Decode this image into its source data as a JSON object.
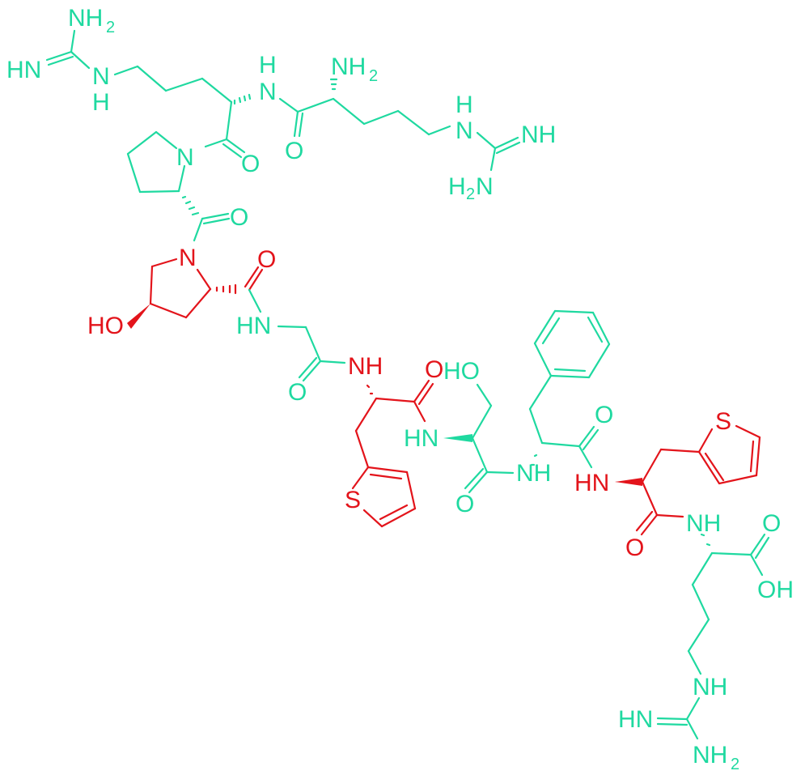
{
  "diagram": {
    "type": "chemical-structure",
    "description": "Peptide skeletal structure: Arg-Arg-Pro-Hyp-Gly-Thi-Ser-D-Phe-Thi-Arg",
    "colors": {
      "standard_residue": "#1fd9a0",
      "modified_residue": "#e3141b",
      "background": "#ffffff"
    },
    "residues": [
      {
        "name": "Arginine (N-terminal)",
        "color": "green"
      },
      {
        "name": "Arginine",
        "color": "green"
      },
      {
        "name": "Proline",
        "color": "green"
      },
      {
        "name": "Hydroxyproline",
        "color": "red"
      },
      {
        "name": "Glycine",
        "color": "green"
      },
      {
        "name": "Thienylalanine",
        "color": "red"
      },
      {
        "name": "Serine",
        "color": "green"
      },
      {
        "name": "D-Phenylalanine",
        "color": "green"
      },
      {
        "name": "Thienylalanine",
        "color": "red"
      },
      {
        "name": "Arginine (C-terminal)",
        "color": "green"
      }
    ],
    "labels": {
      "arg1_nh2_top": "NH",
      "arg1_hn": "HN",
      "arg1_nh": "N",
      "arg1_h": "H",
      "amide1_h": "H",
      "amide1_n": "N",
      "arg2_nh2": "NH",
      "arg2_h": "H",
      "arg2_n": "N",
      "arg2_nh": "NH",
      "arg2_h2n": "H",
      "arg2_h2n_n": "N",
      "pro_n": "N",
      "pro_o1": "O",
      "arg_co_o": "O",
      "amide1_o": "O",
      "pro_co_o": "O",
      "hyp_n": "N",
      "hyp_o": "O",
      "hyp_ho": "HO",
      "gly_hn": "HN",
      "gly_o": "O",
      "thi1_nh": "NH",
      "thi1_o": "O",
      "thi1_s": "S",
      "ser_ho": "HO",
      "ser_hn": "HN",
      "ser_o": "O",
      "phe_nh": "NH",
      "phe_o": "O",
      "thi2_hn": "HN",
      "thi2_s": "S",
      "thi2_o": "O",
      "arg3_nh": "NH",
      "arg3_o": "O",
      "arg3_oh": "OH",
      "arg3_side_nh": "NH",
      "arg3_hn": "HN",
      "arg3_nh2": "NH",
      "sub2": "2"
    }
  }
}
